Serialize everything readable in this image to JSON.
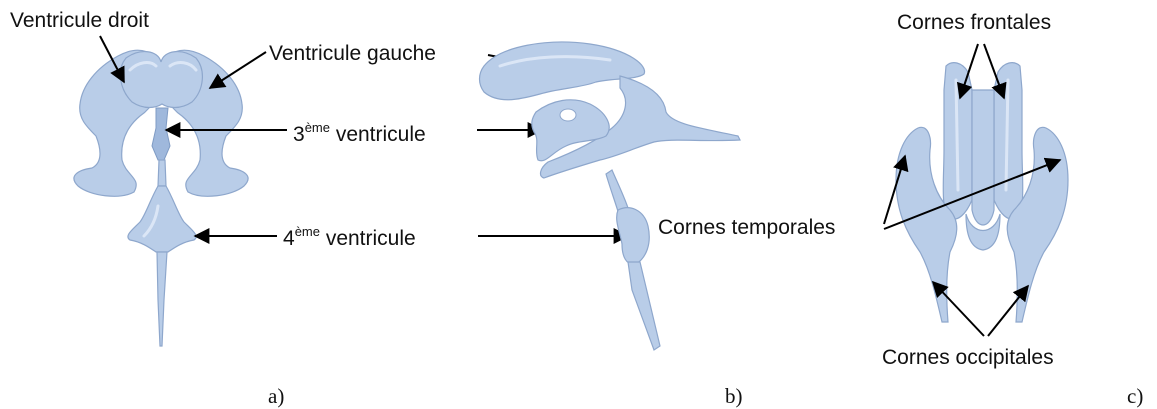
{
  "labels": {
    "ventricule_droit": "Ventricule droit",
    "ventricule_gauche": "Ventricule gauche",
    "v3_num": "3",
    "v3_sup": "ème",
    "v3_rest": " ventricule",
    "v4_num": "4",
    "v4_sup": "ème",
    "v4_rest": " ventricule",
    "cornes_frontales": "Cornes frontales",
    "cornes_temporales": "Cornes temporales",
    "cornes_occipitales": "Cornes occipitales"
  },
  "captions": {
    "a": "a)",
    "b": "b)",
    "c": "c)"
  },
  "colors": {
    "ventricle_fill": "#b9cde8",
    "ventricle_stroke": "#8ea7cc",
    "arrow": "#000000"
  }
}
